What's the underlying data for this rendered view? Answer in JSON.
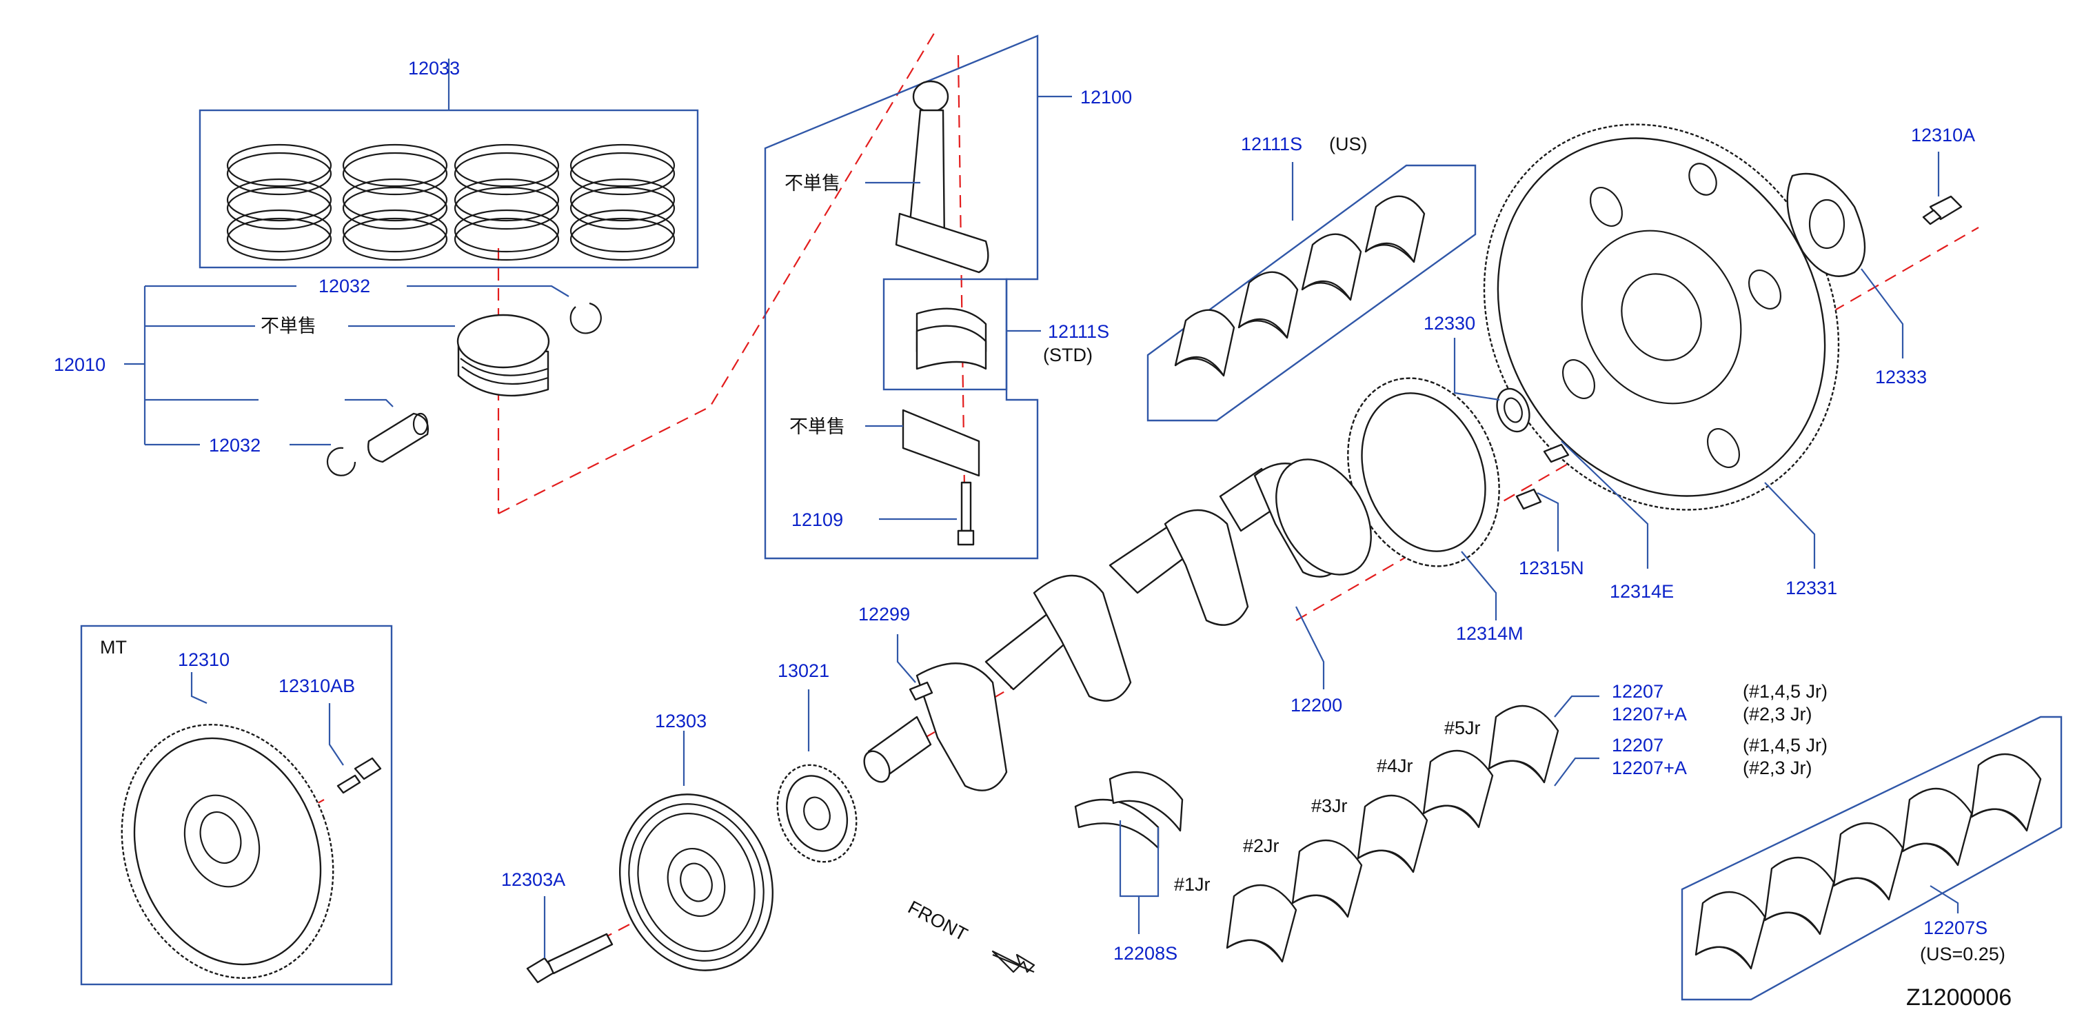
{
  "colors": {
    "part_number": "#0b22c9",
    "callout_line": "#3057a8",
    "centerline": "#e31d1d",
    "text": "#111111"
  },
  "diagram_id": "Z1200006",
  "labels": {
    "p12033": "12033",
    "p12032_top": "12032",
    "p12032_bottom": "12032",
    "p12010": "12010",
    "not_sold_piston": "不単售",
    "p12100": "12100",
    "not_sold_rod": "不単售",
    "p12111S_std": "12111S",
    "std_note": "(STD)",
    "not_sold_cap": "不単售",
    "p12109": "12109",
    "p12111S_us": "12111S",
    "us_note": "(US)",
    "p12330": "12330",
    "p12310A": "12310A",
    "p12333": "12333",
    "p12315N": "12315N",
    "p12314E": "12314E",
    "p12331": "12331",
    "p12314M": "12314M",
    "p12200": "12200",
    "mt_label": "MT",
    "p12310": "12310",
    "p12310AB": "12310AB",
    "p12299": "12299",
    "p13021": "13021",
    "p12303": "12303",
    "p12303A": "12303A",
    "front": "FRONT",
    "p12208S": "12208S",
    "j1": "#1Jr",
    "j2": "#2Jr",
    "j3": "#3Jr",
    "j4": "#4Jr",
    "j5": "#5Jr",
    "p12207_a": "12207",
    "p12207A_a": "12207+A",
    "p12207_b": "12207",
    "p12207A_b": "12207+A",
    "note_145_a": "(#1,4,5   Jr)",
    "note_23_a": "(#2,3   Jr)",
    "note_145_b": "(#1,4,5   Jr)",
    "note_23_b": "(#2,3   Jr)",
    "p12207S": "12207S",
    "us_025": "(US=0.25)"
  }
}
